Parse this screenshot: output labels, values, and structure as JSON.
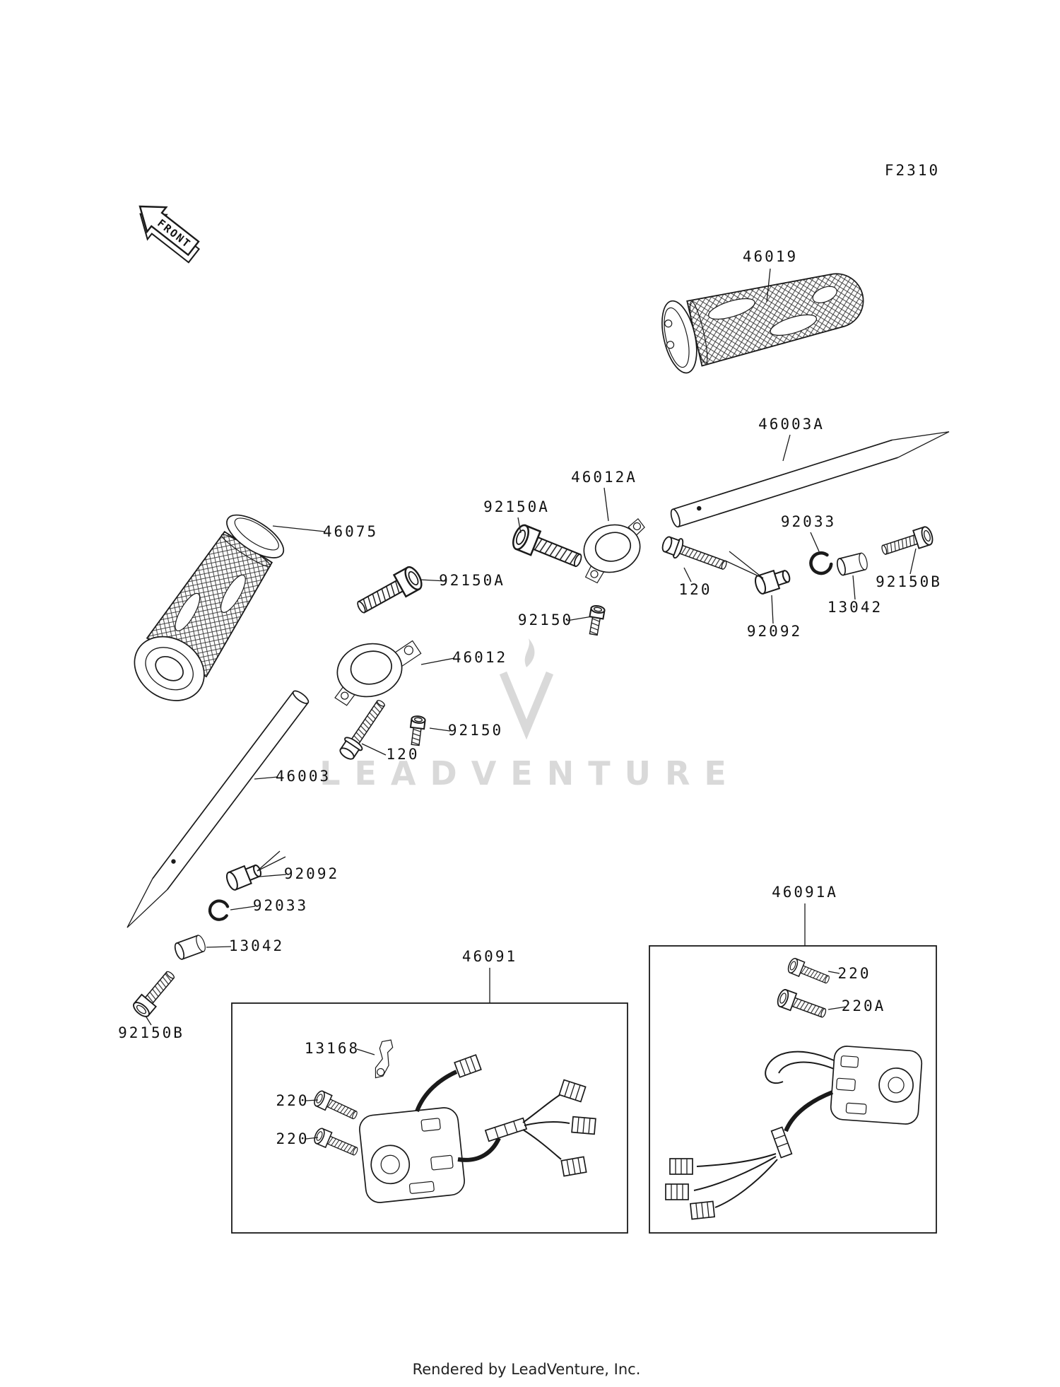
{
  "page": {
    "figure_code": "F2310",
    "front_label": "FRONT",
    "watermark": "LEADVENTURE",
    "footer": "Rendered by LeadVenture, Inc."
  },
  "colors": {
    "line": "#1a1a1a",
    "watermark": "#d9d9d9",
    "background": "#ffffff"
  },
  "labels": {
    "l46019": "46019",
    "l46003A": "46003A",
    "l46012A": "46012A",
    "l92150A_top": "92150A",
    "l92033_right": "92033",
    "l120_right": "120",
    "l92150B_right": "92150B",
    "l13042_right": "13042",
    "l92092_right": "92092",
    "l92150_mid": "92150",
    "l46075": "46075",
    "l92150A_left": "92150A",
    "l46012": "46012",
    "l92150_left": "92150",
    "l120_left": "120",
    "l46003": "46003",
    "l92092_left": "92092",
    "l92033_left": "92033",
    "l13042_left": "13042",
    "l92150B_left": "92150B",
    "l46091": "46091",
    "l13168": "13168",
    "l220_a": "220",
    "l220_b": "220",
    "l46091A": "46091A",
    "l220_c": "220",
    "l220A": "220A"
  }
}
